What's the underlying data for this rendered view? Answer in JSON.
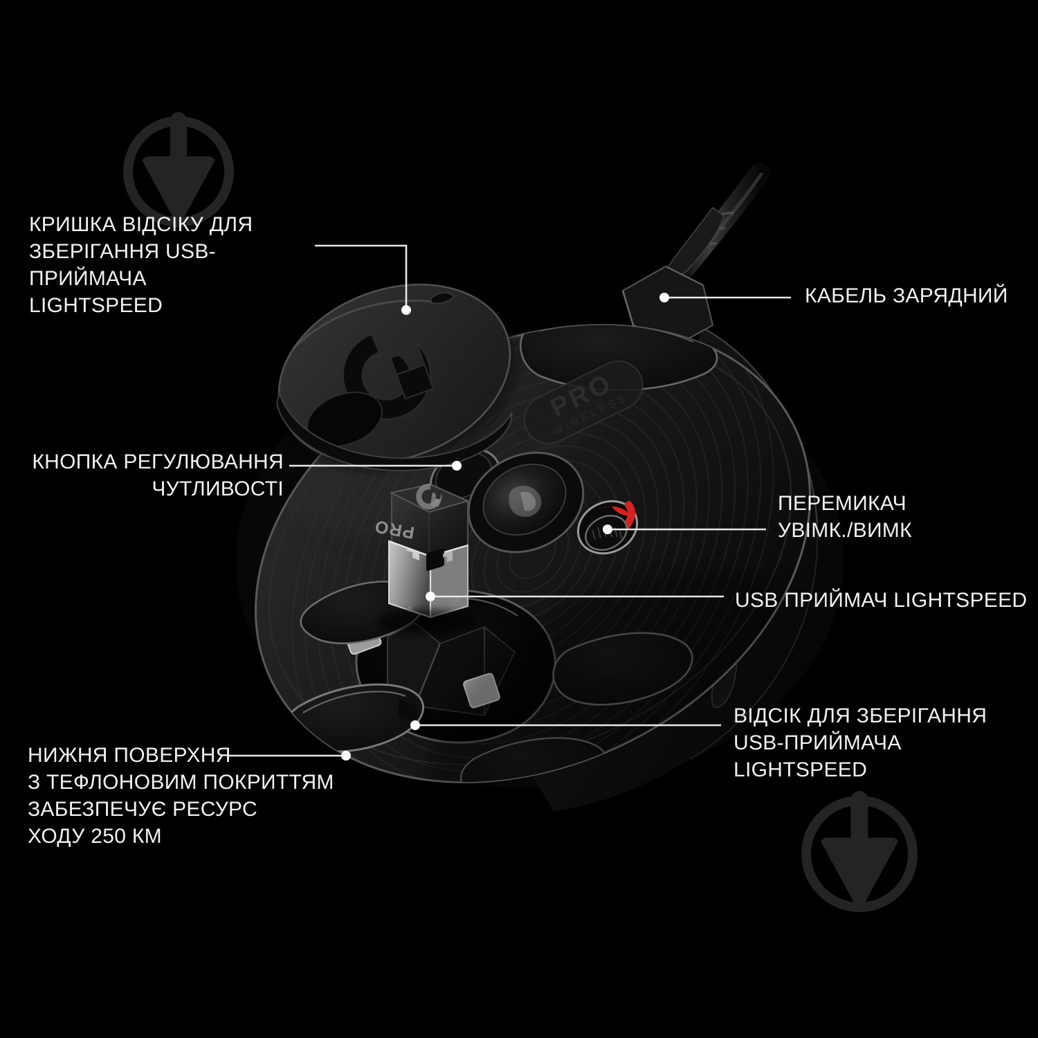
{
  "page": {
    "background_color": "#000000",
    "text_color": "#f2f2f2",
    "accent_color": "#d62121",
    "product_name": "PRO WIRELESS"
  },
  "product": {
    "brand_mark": "Logitech G",
    "underside_badge_line1": "PRO",
    "underside_badge_line2": "WIRELESS",
    "receiver_mark": "PRO"
  },
  "callouts": [
    {
      "id": "usb-cover",
      "text": "КРИШКА ВІДСІКУ ДЛЯ\nЗБЕРІГАННЯ USB-ПРИЙМАЧА\nLIGHTSPEED",
      "align": "left"
    },
    {
      "id": "charging-cable",
      "text": "КАБЕЛЬ ЗАРЯДНИЙ",
      "align": "left"
    },
    {
      "id": "dpi-button",
      "text": "КНОПКА РЕГУЛЮВАННЯ\nЧУТЛИВОСТІ",
      "align": "right"
    },
    {
      "id": "power-switch",
      "text": "ПЕРЕМИКАЧ\nУВІМК./ВИМК",
      "align": "left"
    },
    {
      "id": "usb-receiver",
      "text": "USB ПРИЙМАЧ LIGHTSPEED",
      "align": "left"
    },
    {
      "id": "storage-compartment",
      "text": "ВІДСІК ДЛЯ ЗБЕРІГАННЯ\nUSB-ПРИЙМАЧА LIGHTSPEED",
      "align": "left"
    },
    {
      "id": "ptfe-feet",
      "text": "НИЖНЯ ПОВЕРХНЯ\nЗ ТЕФЛОНОВИМ ПОКРИТТЯМ\nЗАБЕЗПЕЧУЄ РЕСУРС\nХОДУ 250 КМ",
      "align": "left"
    }
  ],
  "watermark": {
    "icon": "trowel-in-circle-icon",
    "color": "#242424",
    "count": 2
  }
}
